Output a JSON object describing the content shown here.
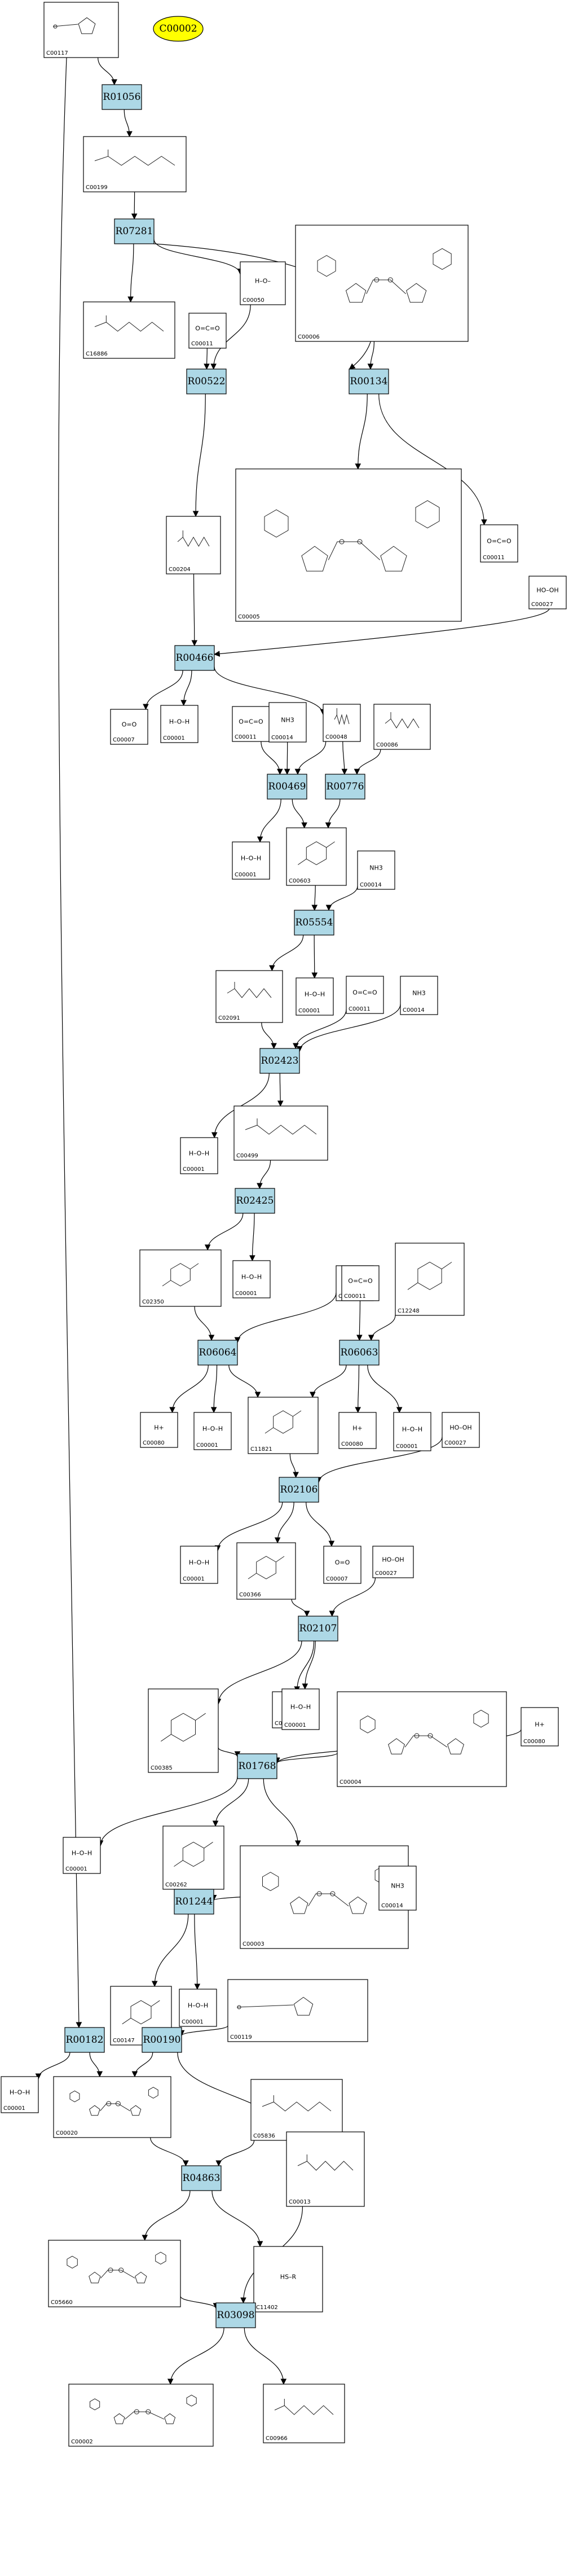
{
  "highlight": {
    "id": "C00002",
    "color": "#ffff00"
  },
  "reactions": [
    {
      "id": "R01056"
    },
    {
      "id": "R07281"
    },
    {
      "id": "R00522"
    },
    {
      "id": "R00134"
    },
    {
      "id": "R00466"
    },
    {
      "id": "R00469"
    },
    {
      "id": "R00776"
    },
    {
      "id": "R05554"
    },
    {
      "id": "R02423"
    },
    {
      "id": "R02425"
    },
    {
      "id": "R06064"
    },
    {
      "id": "R06063"
    },
    {
      "id": "R02106"
    },
    {
      "id": "R02107"
    },
    {
      "id": "R01768"
    },
    {
      "id": "R01244"
    },
    {
      "id": "R00182"
    },
    {
      "id": "R00190"
    },
    {
      "id": "R04863"
    },
    {
      "id": "R03098"
    }
  ],
  "compounds": [
    {
      "id": "C00117",
      "struct": "ribose5p"
    },
    {
      "id": "C00199",
      "struct": "chain"
    },
    {
      "id": "C16886",
      "struct": "chain"
    },
    {
      "id": "C00011",
      "text": "O=C=O"
    },
    {
      "id": "C00050",
      "text": "H–O–"
    },
    {
      "id": "C00006",
      "struct": "nadp"
    },
    {
      "id": "C00005",
      "struct": "nadp"
    },
    {
      "id": "C00204",
      "struct": "chain"
    },
    {
      "id": "C00011",
      "text": "O=C=O"
    },
    {
      "id": "C00027",
      "text": "HO–OH"
    },
    {
      "id": "C00007",
      "text": "O=O"
    },
    {
      "id": "C00001",
      "text": "H–O–H"
    },
    {
      "id": "C00011",
      "text": "O=C=O"
    },
    {
      "id": "C00014",
      "text": "NH3"
    },
    {
      "id": "C00048",
      "struct": "chain"
    },
    {
      "id": "C00086",
      "struct": "chain"
    },
    {
      "id": "C00001",
      "text": "H–O–H"
    },
    {
      "id": "C00603",
      "struct": "ring"
    },
    {
      "id": "C00014",
      "text": "NH3"
    },
    {
      "id": "C02091",
      "struct": "chain"
    },
    {
      "id": "C00001",
      "text": "H–O–H"
    },
    {
      "id": "C00011",
      "text": "O=C=O"
    },
    {
      "id": "C00014",
      "text": "NH3"
    },
    {
      "id": "C00001",
      "text": "H–O–H"
    },
    {
      "id": "C00499",
      "struct": "chain"
    },
    {
      "id": "C02350",
      "struct": "ring"
    },
    {
      "id": "C00001",
      "text": "H–O–H"
    },
    {
      "id": "C00011",
      "text": "O=C=O"
    },
    {
      "id": "C00011",
      "text": "O=C=O"
    },
    {
      "id": "C12248",
      "struct": "ring"
    },
    {
      "id": "C00080",
      "text": "H+"
    },
    {
      "id": "C00001",
      "text": "H–O–H"
    },
    {
      "id": "C11821",
      "struct": "ring"
    },
    {
      "id": "C00080",
      "text": "H+"
    },
    {
      "id": "C00001",
      "text": "H–O–H"
    },
    {
      "id": "C00027",
      "text": "HO–OH"
    },
    {
      "id": "C00001",
      "text": "H–O–H"
    },
    {
      "id": "C00366",
      "struct": "ring"
    },
    {
      "id": "C00007",
      "text": "O=O"
    },
    {
      "id": "C00027",
      "text": "HO–OH"
    },
    {
      "id": "C00385",
      "struct": "ring"
    },
    {
      "id": "C00007",
      "text": "O=O"
    },
    {
      "id": "C00001",
      "text": "H–O–H"
    },
    {
      "id": "C00004",
      "struct": "nadp"
    },
    {
      "id": "C00080",
      "text": "H+"
    },
    {
      "id": "C00001",
      "text": "H–O–H"
    },
    {
      "id": "C00262",
      "struct": "ring"
    },
    {
      "id": "C00003",
      "struct": "nadp"
    },
    {
      "id": "C00014",
      "text": "NH3"
    },
    {
      "id": "C00147",
      "struct": "ring"
    },
    {
      "id": "C00001",
      "text": "H–O–H"
    },
    {
      "id": "C00119",
      "struct": "ribose5p"
    },
    {
      "id": "C00001",
      "text": "H–O–H"
    },
    {
      "id": "C00020",
      "struct": "nadp"
    },
    {
      "id": "C05836",
      "struct": "chain"
    },
    {
      "id": "C00013",
      "struct": "chain"
    },
    {
      "id": "C05660",
      "struct": "nadp"
    },
    {
      "id": "C11402",
      "text": "HS–R"
    },
    {
      "id": "C00002",
      "struct": "nadp"
    },
    {
      "id": "C00966",
      "struct": "chain"
    }
  ]
}
